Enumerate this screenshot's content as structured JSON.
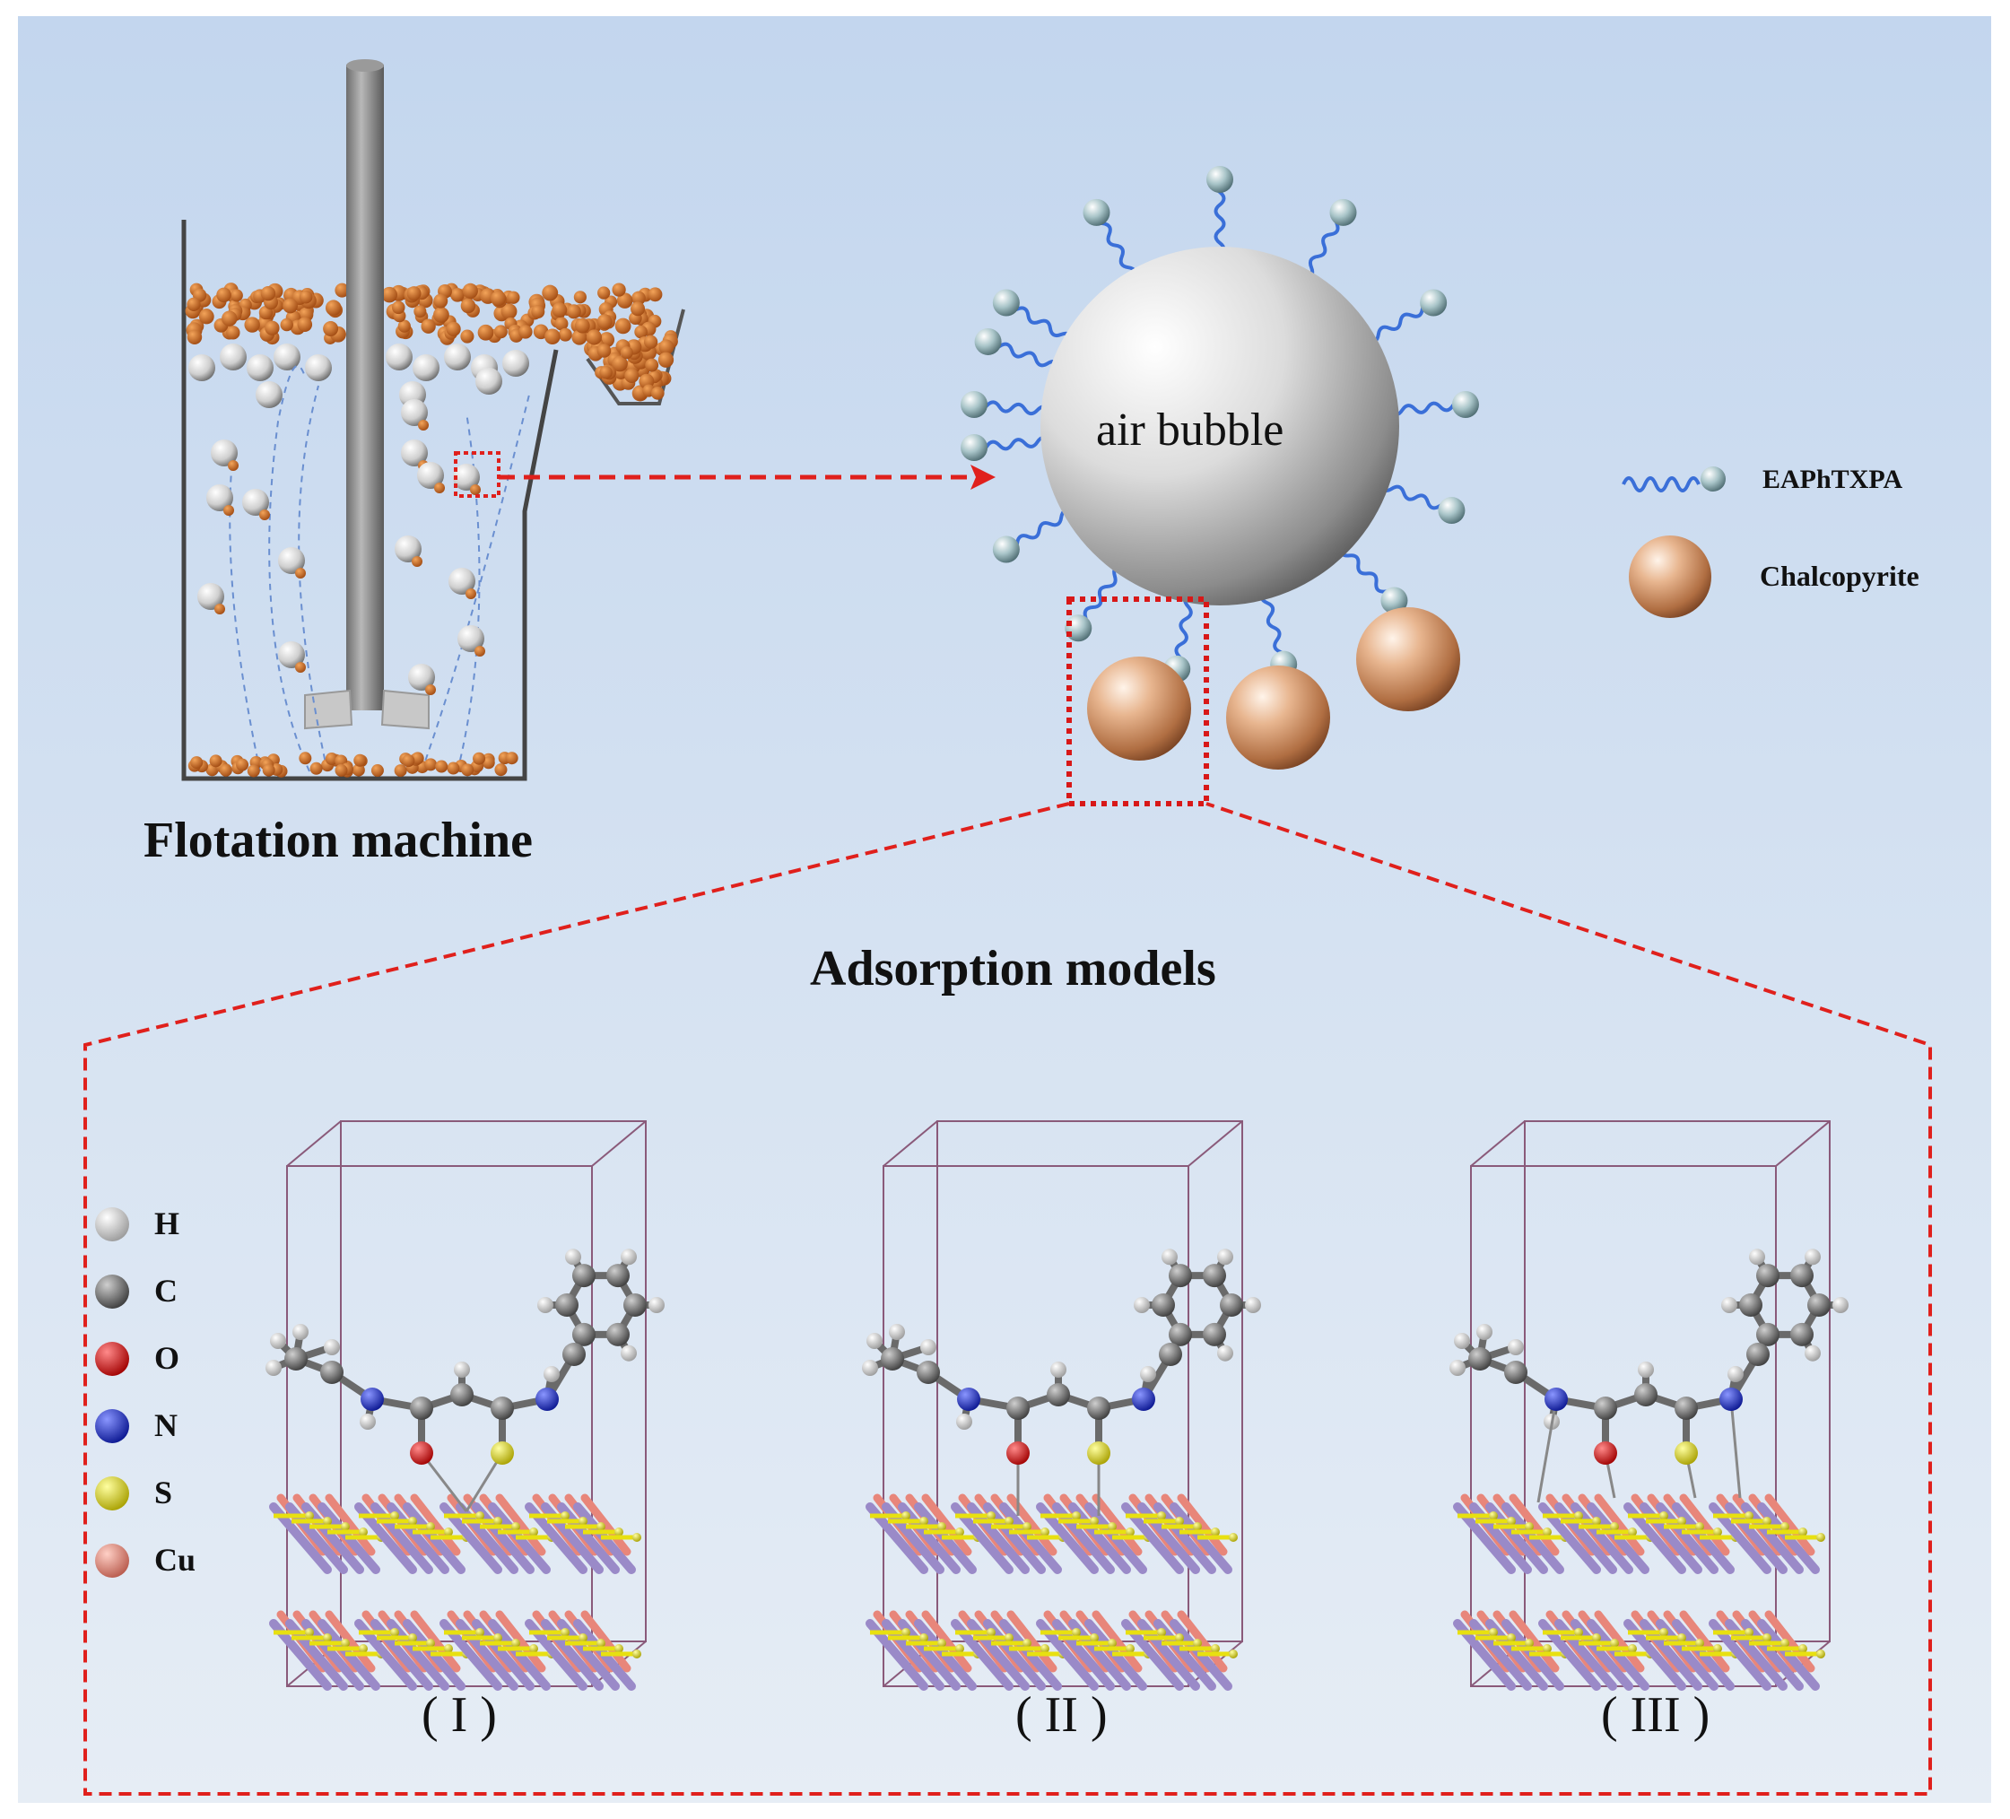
{
  "labels": {
    "flotation_machine": "Flotation machine",
    "air_bubble": "air bubble",
    "adsorption_models": "Adsorption models",
    "model_1": "( I )",
    "model_2": "( II )",
    "model_3": "( III )"
  },
  "legend_top": [
    {
      "name": "EAPhTXPA",
      "icon": "collector-molecule-icon"
    },
    {
      "name": "Chalcopyrite",
      "icon": "chalcopyrite-particle-icon"
    }
  ],
  "legend_atoms": [
    {
      "symbol": "H",
      "color": "#e8e8e8"
    },
    {
      "symbol": "C",
      "color": "#7a7a7a"
    },
    {
      "symbol": "O",
      "color": "#e01818"
    },
    {
      "symbol": "N",
      "color": "#1f2fd0"
    },
    {
      "symbol": "S",
      "color": "#e8e010"
    },
    {
      "symbol": "Cu",
      "color": "#e8867a"
    }
  ],
  "colors": {
    "background_top": "#c6d8ee",
    "background_bottom": "#e4ecf5",
    "callout_red": "#e0201c",
    "particle_orange": "#d2691e",
    "chalcopyrite": "#d9a27a",
    "chain_blue": "#3a6fd8",
    "cell_frame": "#8a5a7a",
    "fe_slab": "#9a8ac8"
  }
}
